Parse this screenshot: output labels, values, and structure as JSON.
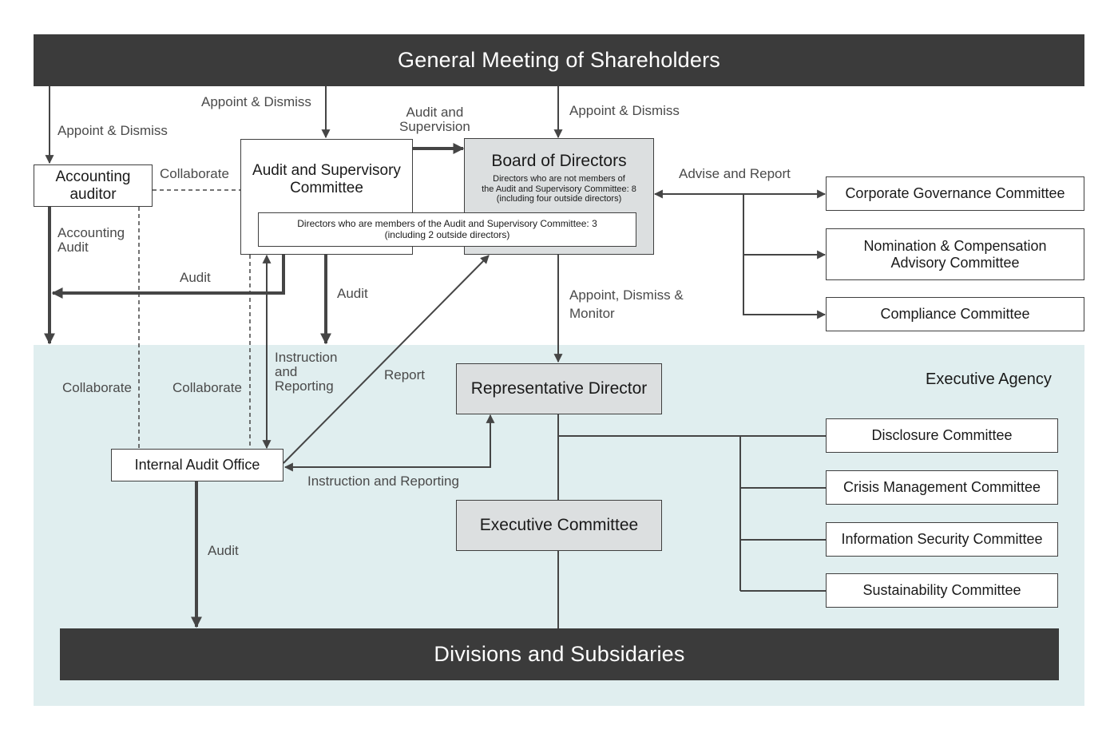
{
  "banners": {
    "top": "General Meeting of Shareholders",
    "bottom": "Divisions and Subsidaries"
  },
  "region_label": "Executive Agency",
  "boxes": {
    "accounting_auditor": [
      "Accounting",
      "auditor"
    ],
    "audit_committee": [
      "Audit and Supervisory",
      "Committee"
    ],
    "audit_committee_members": [
      "Directors who are members of the Audit and Supervisory Committee: 3",
      "(including 2 outside directors)"
    ],
    "board": {
      "title": "Board of Directors",
      "note": [
        "Directors who are not members of",
        "the Audit and Supervisory Committee: 8",
        "(including four outside directors)"
      ]
    },
    "governance": "Corporate Governance Committee",
    "nomination": [
      "Nomination & Compensation",
      "Advisory Committee"
    ],
    "compliance": "Compliance Committee",
    "representative": "Representative Director",
    "executive": "Executive Committee",
    "internal_audit": "Internal Audit Office",
    "disclosure": "Disclosure Committee",
    "crisis": "Crisis Management Committee",
    "infosec": "Information Security Committee",
    "sustainability": "Sustainability Committee"
  },
  "labels": {
    "appoint_dismiss_left": "Appoint & Dismiss",
    "appoint_dismiss_center": "Appoint & Dismiss",
    "appoint_dismiss_board": "Appoint & Dismiss",
    "audit_supervision": [
      "Audit and",
      "Supervision"
    ],
    "collaborate_top": "Collaborate",
    "advise_report": "Advise and Report",
    "accounting_audit": [
      "Accounting",
      "Audit"
    ],
    "audit_left": "Audit",
    "audit_mid": "Audit",
    "appoint_monitor": [
      "Appoint, Dismiss &",
      "Monitor"
    ],
    "instruction_reporting_v": [
      "Instruction",
      "and",
      "Reporting"
    ],
    "report": "Report",
    "collaborate_left": "Collaborate",
    "collaborate_mid": "Collaborate",
    "instruction_reporting_h": "Instruction and Reporting",
    "audit_bottom": "Audit"
  },
  "colors": {
    "banner": "#3b3b3b",
    "region": "#e0eeef",
    "gray_box": "#dcdfe0",
    "line": "#454545",
    "label": "#4a4a4a"
  }
}
